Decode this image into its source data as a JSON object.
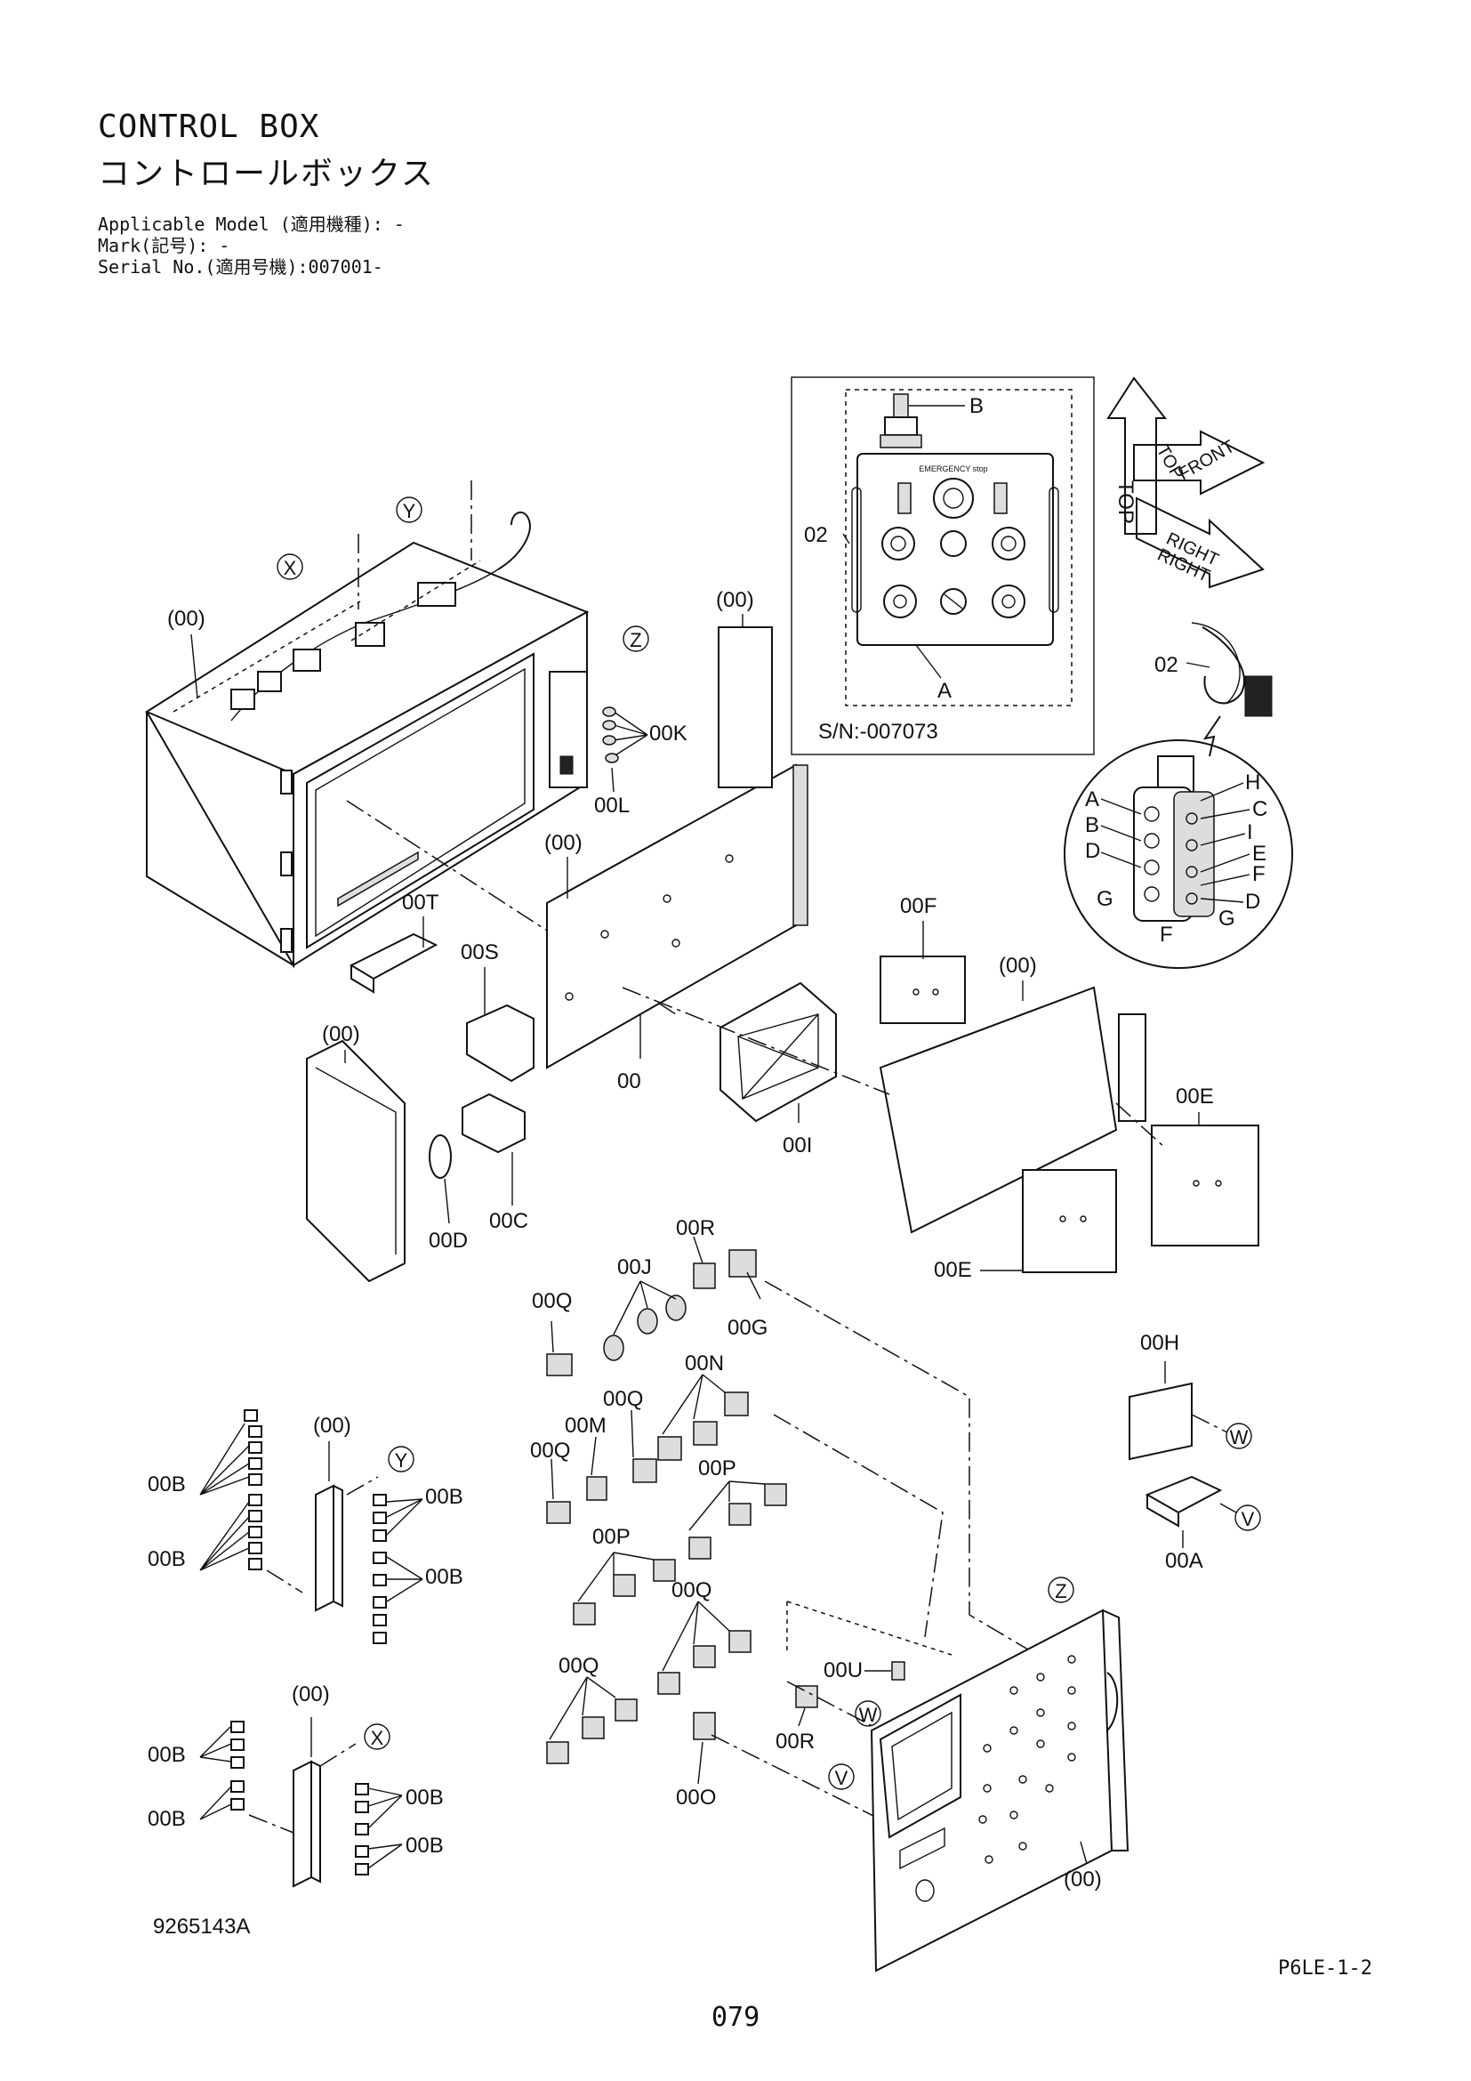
{
  "header": {
    "title": "CONTROL BOX",
    "title_jp": "コントロールボックス",
    "applicable_model": "Applicable Model (適用機種): -",
    "mark": "Mark(記号): -",
    "serial_no": "Serial No.(適用号機):007001-"
  },
  "footer": {
    "drawing_number": "9265143A",
    "page_code": "P6LE-1-2",
    "page_number": "079"
  },
  "inset_panel": {
    "serial": "S/N:-007073",
    "labels": {
      "b": "B",
      "a": "A",
      "panel": "02"
    },
    "plate_text": "EMERGENCY stop"
  },
  "orientation": {
    "top": "TOP",
    "front": "FRONT",
    "right": "RIGHT"
  },
  "pendant": {
    "label": "02",
    "letters": {
      "a": "A",
      "b": "B",
      "c": "C",
      "d": "D",
      "e": "E",
      "f": "F",
      "g": "G",
      "h": "H",
      "i": "I"
    }
  },
  "callouts": {
    "c00": "00",
    "paren00": "(00)",
    "c00a": "00A",
    "c00b": "00B",
    "c00c": "00C",
    "c00d": "00D",
    "c00e": "00E",
    "c00f": "00F",
    "c00g": "00G",
    "c00h": "00H",
    "c00i": "00I",
    "c00j": "00J",
    "c00k": "00K",
    "c00l": "00L",
    "c00m": "00M",
    "c00n": "00N",
    "c00o": "00O",
    "c00p": "00P",
    "c00q": "00Q",
    "c00r": "00R",
    "c00s": "00S",
    "c00t": "00T",
    "c00u": "00U"
  },
  "markers": {
    "x": "X",
    "y": "Y",
    "z": "Z",
    "v": "V",
    "w": "W"
  }
}
